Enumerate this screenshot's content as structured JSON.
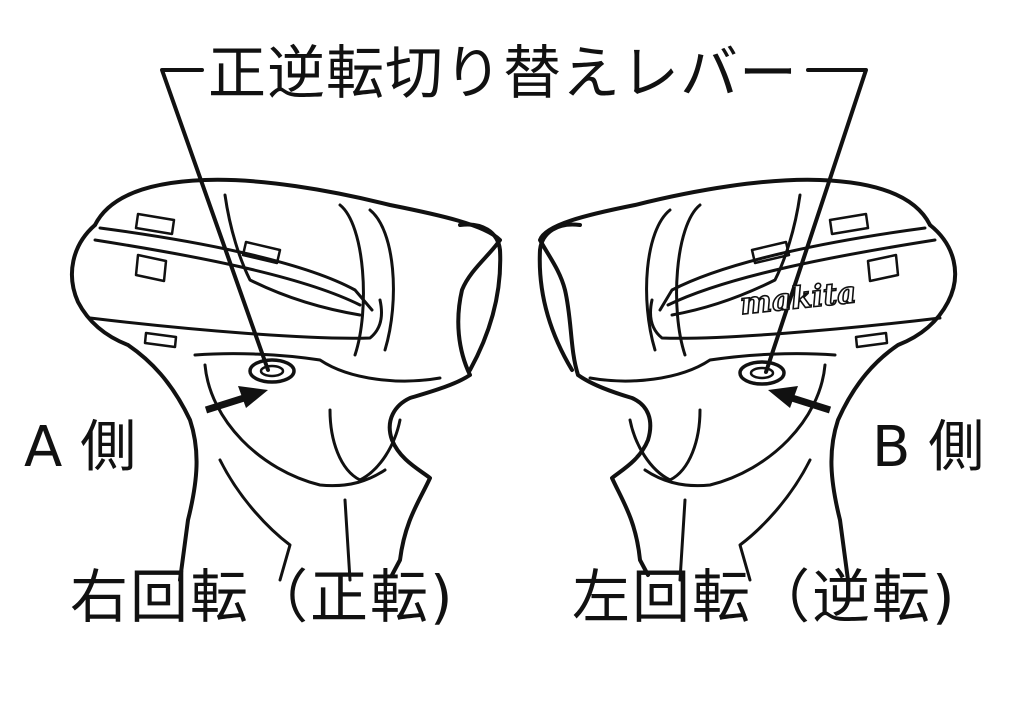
{
  "title": "正逆転切り替えレバー",
  "side_a": {
    "label": "A 側",
    "caption": "右回転（正転)"
  },
  "side_b": {
    "label": "B 側",
    "caption": "左回転（逆転)",
    "brand": "makita"
  },
  "colors": {
    "line": "#111111",
    "background": "#ffffff"
  }
}
